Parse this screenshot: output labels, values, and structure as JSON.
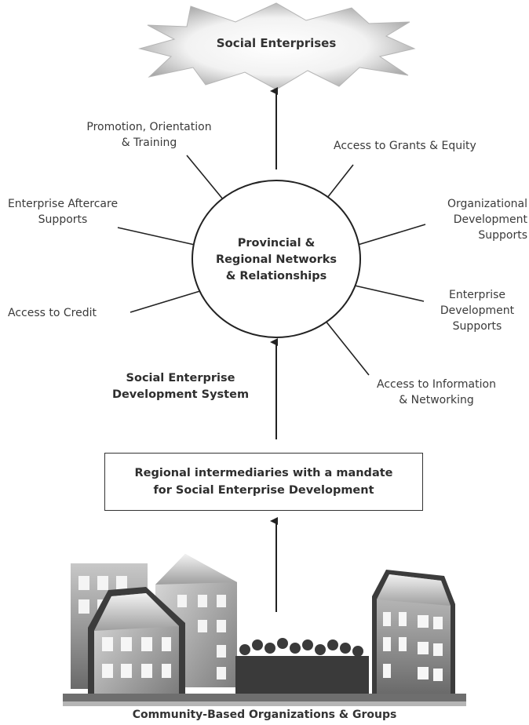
{
  "top_node": {
    "label": "Social Enterprises"
  },
  "hub": {
    "label": "Provincial &\nRegional Networks\n& Relationships"
  },
  "spokes": [
    {
      "id": "promotion",
      "label": "Promotion, Orientation\n& Training"
    },
    {
      "id": "aftercare",
      "label": "Enterprise Aftercare\nSupports"
    },
    {
      "id": "credit",
      "label": "Access to Credit"
    },
    {
      "id": "grants",
      "label": "Access to Grants & Equity"
    },
    {
      "id": "organizational",
      "label": "Organizational\nDevelopment\nSupports"
    },
    {
      "id": "enterprise-dev",
      "label": "Enterprise\nDevelopment\nSupports"
    },
    {
      "id": "information",
      "label": "Access to Information\n& Networking"
    }
  ],
  "system_label": "Social Enterprise\nDevelopment System",
  "intermediary_box": {
    "label": "Regional intermediaries with a mandate\nfor Social Enterprise Development"
  },
  "base": {
    "label": "Community-Based Organizations & Groups"
  }
}
